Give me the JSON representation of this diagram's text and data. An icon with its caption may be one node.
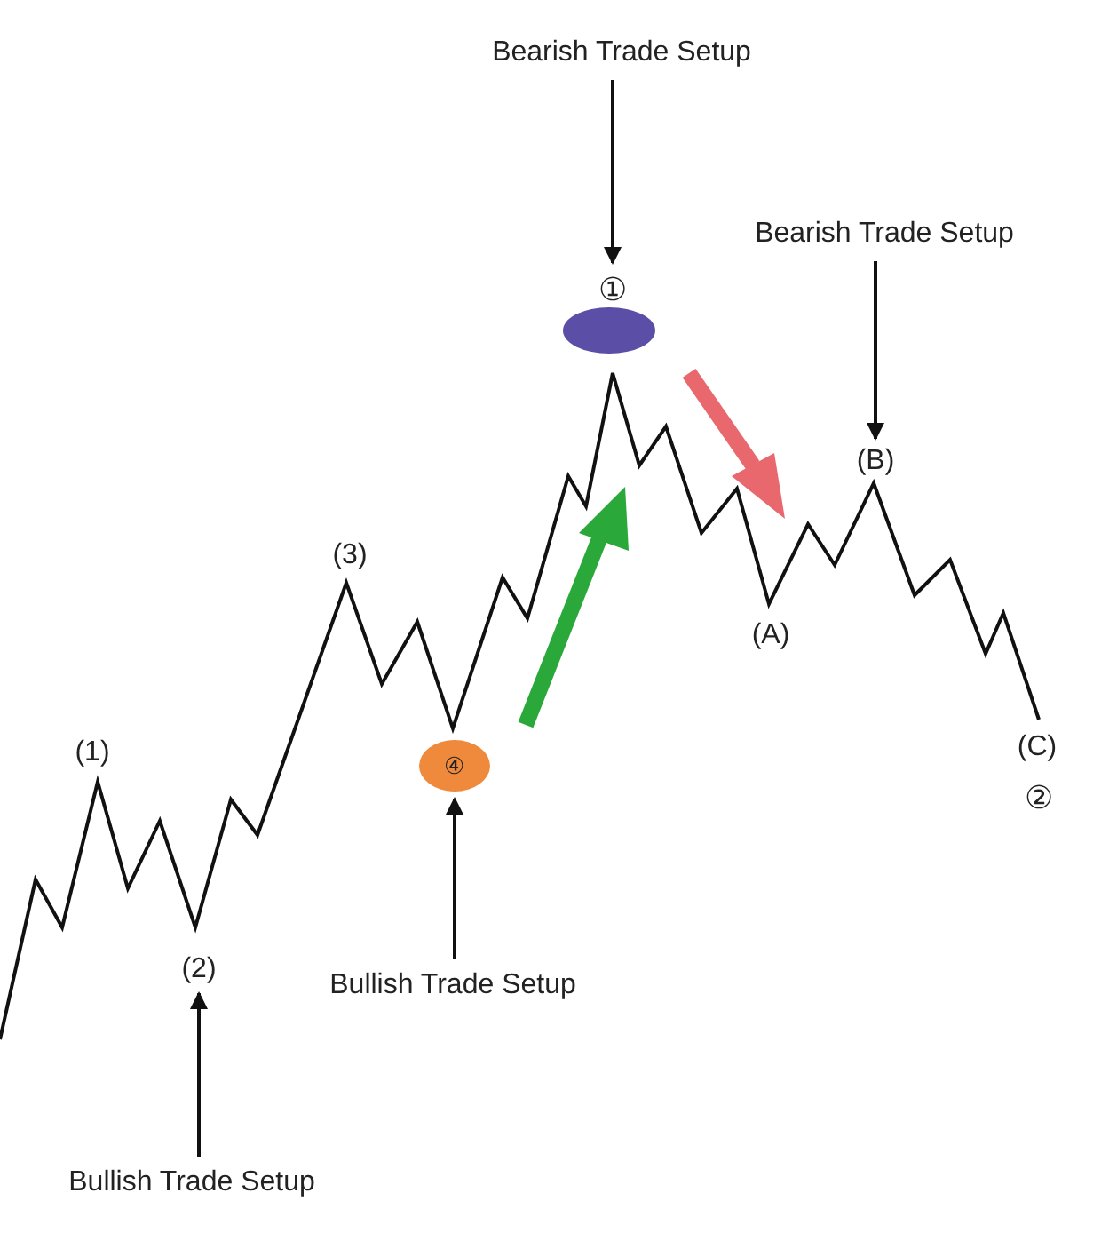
{
  "diagram": {
    "nodes": [
      {
        "text": [
          "Bearish Trade Setup"
        ]
      },
      {
        "text": [
          "①"
        ]
      },
      {
        "text": [],
        "shape": "ellipse"
      },
      {
        "text": [
          "Bearish Trade Setup"
        ]
      },
      {
        "text": [
          "(B)"
        ]
      },
      {
        "text": [
          "④"
        ]
      },
      {
        "text": [
          "Bullish Trade Setup"
        ]
      },
      {
        "text": [
          "(2)"
        ]
      },
      {
        "text": [
          "Bullish Trade Setup"
        ]
      }
    ],
    "edges": [
      {
        "from": 0,
        "to": 1,
        "arrow": "to"
      },
      {
        "from": 3,
        "to": 4,
        "arrow": "to"
      },
      {
        "from": 6,
        "to": 5,
        "arrow": "to"
      },
      {
        "from": 8,
        "to": 7,
        "arrow": "to"
      }
    ],
    "labels": [
      "(3)",
      "(A)",
      "(1)",
      "(C)",
      "②"
    ]
  }
}
